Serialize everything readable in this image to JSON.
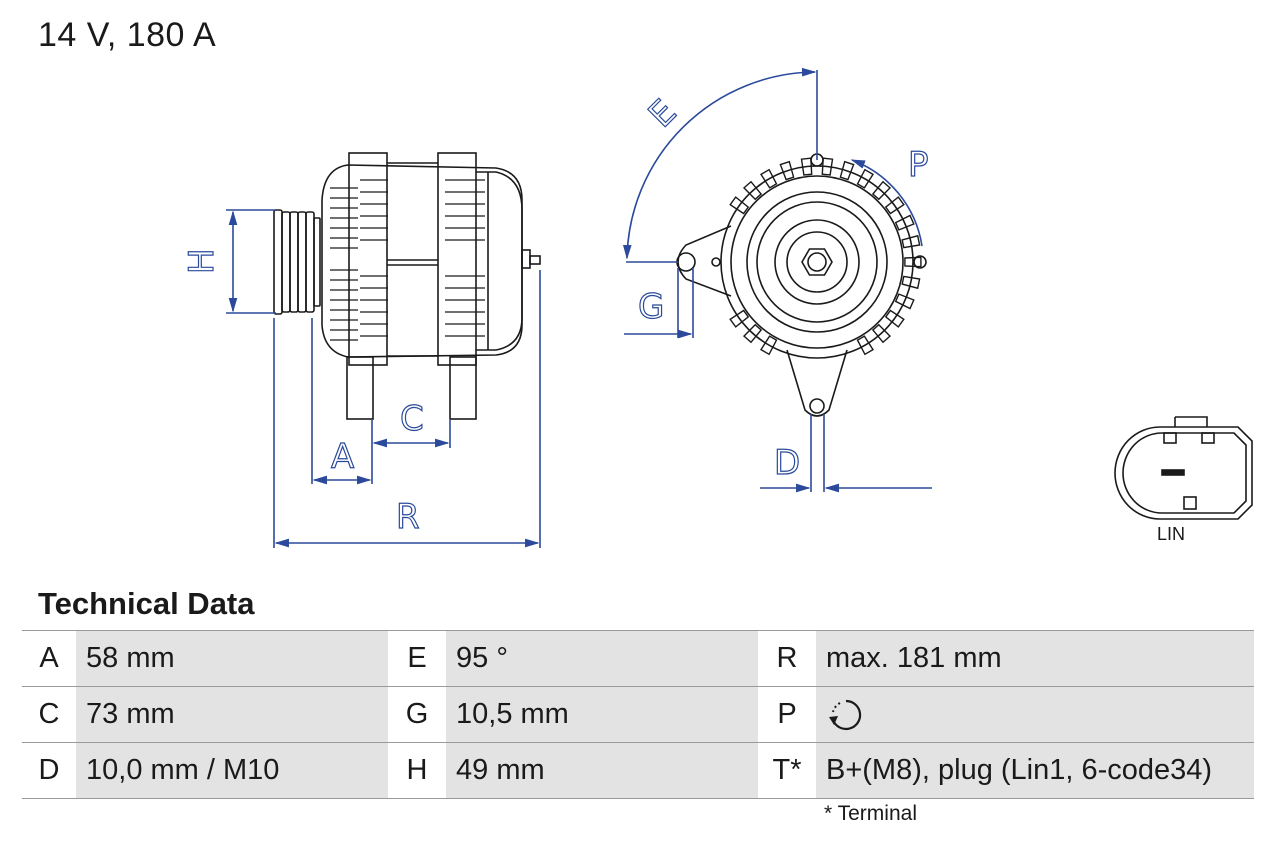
{
  "header": {
    "rating": "14 V, 180 A"
  },
  "drawing": {
    "dimension_letters": {
      "A": "A",
      "C": "C",
      "D": "D",
      "E": "E",
      "G": "G",
      "H": "H",
      "P": "P",
      "R": "R"
    },
    "connector_label": "LIN",
    "colors": {
      "dimension": "#2b4a9c",
      "outline": "#1a1a1a",
      "cell_fill": "#e3e3e3"
    }
  },
  "technical_data": {
    "title": "Technical Data",
    "rows": [
      [
        {
          "key": "A",
          "value": "58 mm"
        },
        {
          "key": "E",
          "value": "95 °"
        },
        {
          "key": "R",
          "value": "max. 181 mm"
        }
      ],
      [
        {
          "key": "C",
          "value": "73 mm"
        },
        {
          "key": "G",
          "value": "10,5 mm"
        },
        {
          "key": "P",
          "value": "",
          "icon": "clockwise-rotation-icon"
        }
      ],
      [
        {
          "key": "D",
          "value": "10,0 mm / M10"
        },
        {
          "key": "H",
          "value": "49 mm"
        },
        {
          "key": "T*",
          "value": "B+(M8), plug (Lin1, 6-code34)"
        }
      ]
    ],
    "footnote": "* Terminal"
  }
}
